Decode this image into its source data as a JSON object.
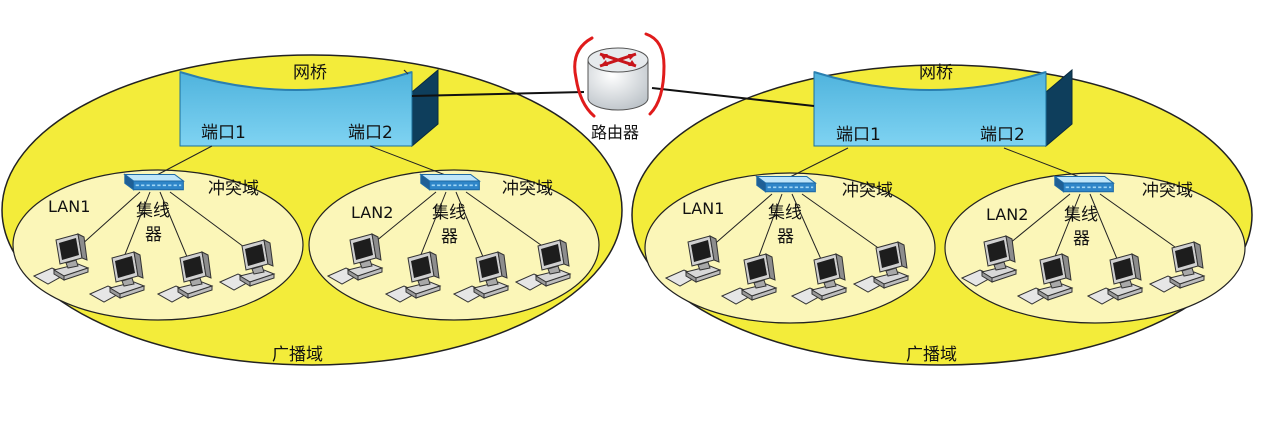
{
  "router": {
    "label": "路由器"
  },
  "networks": [
    {
      "bridge_label": "网桥",
      "port1_label": "端口1",
      "port2_label": "端口2",
      "broadcast_label": "广播域",
      "segments": [
        {
          "lan_label": "LAN1",
          "hub_label_line1": "集线",
          "hub_label_line2": "器",
          "collision_label": "冲突域"
        },
        {
          "lan_label": "LAN2",
          "hub_label_line1": "集线",
          "hub_label_line2": "器",
          "collision_label": "冲突域"
        }
      ]
    },
    {
      "bridge_label": "网桥",
      "port1_label": "端口1",
      "port2_label": "端口2",
      "broadcast_label": "广播域",
      "segments": [
        {
          "lan_label": "LAN1",
          "hub_label_line1": "集线",
          "hub_label_line2": "器",
          "collision_label": "冲突域"
        },
        {
          "lan_label": "LAN2",
          "hub_label_line1": "集线",
          "hub_label_line2": "器",
          "collision_label": "冲突域"
        }
      ]
    }
  ],
  "colors": {
    "broadcast_fill": "#f3ec3a",
    "collision_fill": "#fbf6b8",
    "bridge_blue": "#5cc1e6",
    "annotation_red": "#e01b1b"
  }
}
